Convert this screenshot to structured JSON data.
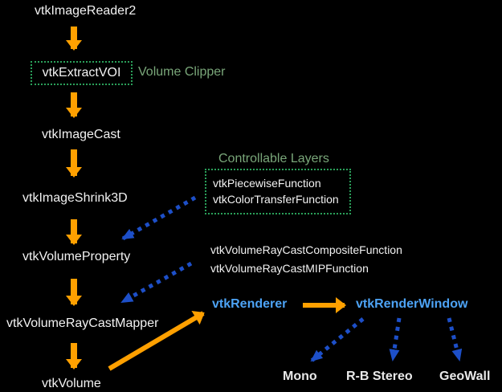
{
  "diagram": {
    "nodes": {
      "image_reader": "vtkImageReader2",
      "extract_voi": "vtkExtractVOI",
      "volume_clipper_label": "Volume Clipper",
      "image_cast": "vtkImageCast",
      "image_shrink": "vtkImageShrink3D",
      "volume_property": "vtkVolumeProperty",
      "controllable_layers_label": "Controllable Layers",
      "piecewise_function": "vtkPiecewiseFunction",
      "color_transfer_function": "vtkColorTransferFunction",
      "raycast_composite_function": "vtkVolumeRayCastCompositeFunction",
      "raycast_mip_function": "vtkVolumeRayCastMIPFunction",
      "raycast_mapper": "vtkVolumeRayCastMapper",
      "volume": "vtkVolume",
      "renderer": "vtkRenderer",
      "render_window": "vtkRenderWindow",
      "display_mono": "Mono",
      "display_rb_stereo": "R-B Stereo",
      "display_geowall": "GeoWall"
    },
    "edges": [
      {
        "from": "vtkImageReader2",
        "to": "vtkExtractVOI",
        "style": "solid-orange"
      },
      {
        "from": "vtkExtractVOI",
        "to": "vtkImageCast",
        "style": "solid-orange"
      },
      {
        "from": "vtkImageCast",
        "to": "vtkImageShrink3D",
        "style": "solid-orange"
      },
      {
        "from": "vtkImageShrink3D",
        "to": "vtkVolumeProperty",
        "style": "solid-orange"
      },
      {
        "from": "vtkVolumeProperty",
        "to": "vtkVolumeRayCastMapper",
        "style": "solid-orange"
      },
      {
        "from": "vtkVolumeRayCastMapper",
        "to": "vtkVolume",
        "style": "solid-orange"
      },
      {
        "from": "vtkPiecewiseFunction/vtkColorTransferFunction",
        "to": "vtkVolumeProperty",
        "style": "dotted-blue"
      },
      {
        "from": "vtkVolumeRayCastCompositeFunction/vtkVolumeRayCastMIPFunction",
        "to": "vtkVolumeRayCastMapper",
        "style": "dotted-blue"
      },
      {
        "from": "vtkVolume",
        "to": "vtkRenderer",
        "style": "solid-orange"
      },
      {
        "from": "vtkRenderer",
        "to": "vtkRenderWindow",
        "style": "solid-orange"
      },
      {
        "from": "vtkRenderWindow",
        "to": "Mono",
        "style": "dotted-blue"
      },
      {
        "from": "vtkRenderWindow",
        "to": "R-B Stereo",
        "style": "dotted-blue"
      },
      {
        "from": "vtkRenderWindow",
        "to": "GeoWall",
        "style": "dotted-blue"
      }
    ],
    "colors": {
      "background": "#000000",
      "node_text": "#f2f2f2",
      "annotation_green": "#79a679",
      "dashed_box_green": "#2aa05a",
      "pipeline_arrow_orange": "#ffa000",
      "relation_arrow_blue": "#1d4fc8",
      "highlight_blue_text": "#4da3f5"
    }
  }
}
